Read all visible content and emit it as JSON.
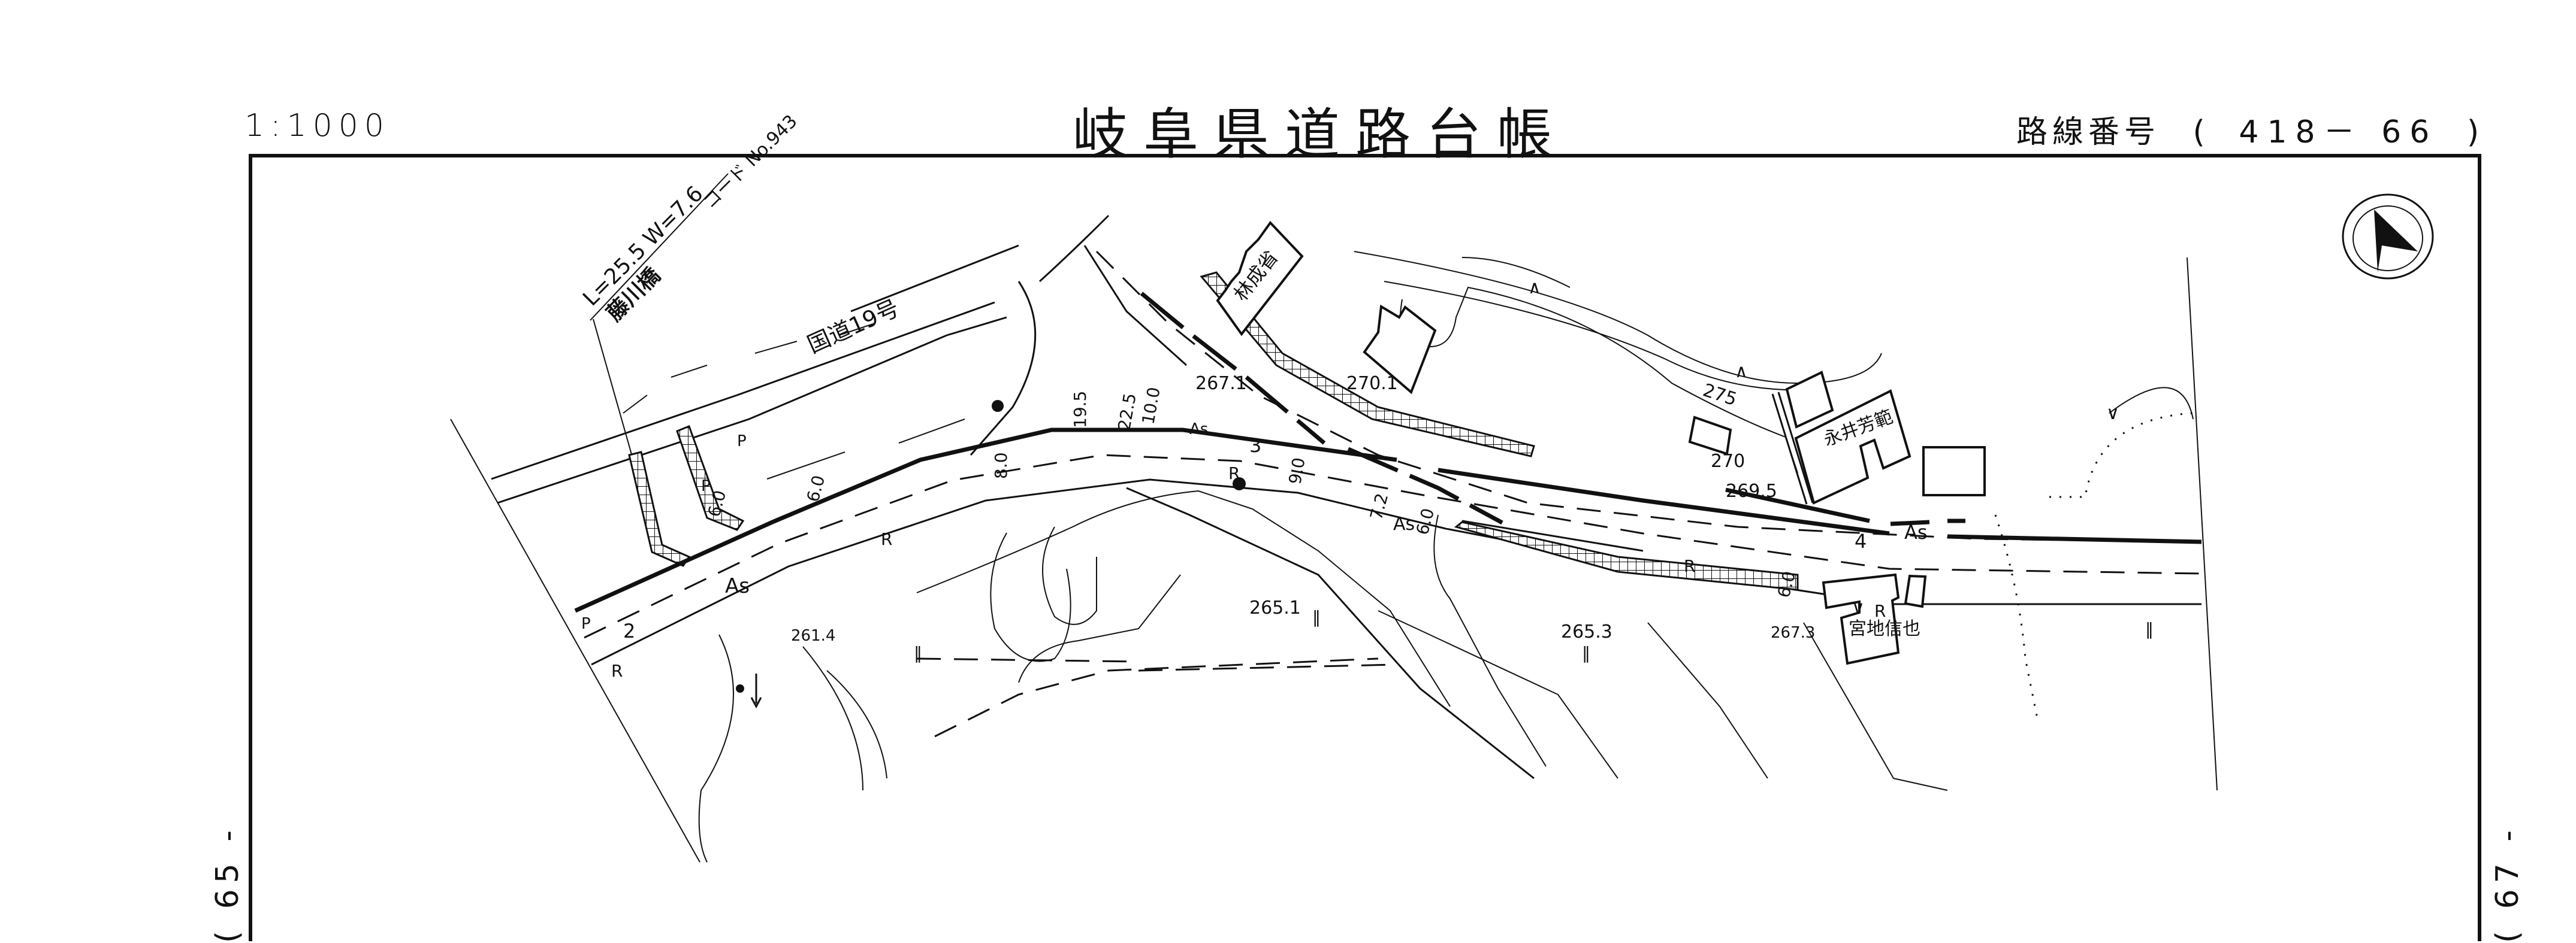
{
  "header": {
    "scale": "1:1000",
    "title": "岐阜県道路台帳",
    "route_label": "路線番号",
    "route_open": "(",
    "route_number": "418－ 66",
    "route_close": ")"
  },
  "side_labels": {
    "left": "( 65 -",
    "right": "( 67 -"
  },
  "map": {
    "national_road": "国道19号",
    "bridge": {
      "name": "藤川橋",
      "dimensions": "L=25.5  W=7.6",
      "code": "コード  No.943"
    },
    "owners": [
      "林成省",
      "永井芳範",
      "宮地信也"
    ],
    "elevations": [
      "267.1",
      "270.1",
      "275",
      "270",
      "269.5",
      "265.1",
      "265.3",
      "261.4",
      "267.3"
    ],
    "widths": [
      "8.0",
      "19.5",
      "22.5",
      "10.0",
      "9.0",
      "7.2",
      "6.0",
      "6.0",
      "6.0",
      "6.0"
    ],
    "road_sections": [
      "2",
      "3",
      "4"
    ],
    "surface": "As",
    "symbols": {
      "retaining_wall": "R",
      "pole": "P",
      "field": "‖",
      "wasteland": "∧",
      "crop": "∨"
    }
  },
  "colors": {
    "ink": "#111111",
    "paper": "#ffffff"
  }
}
